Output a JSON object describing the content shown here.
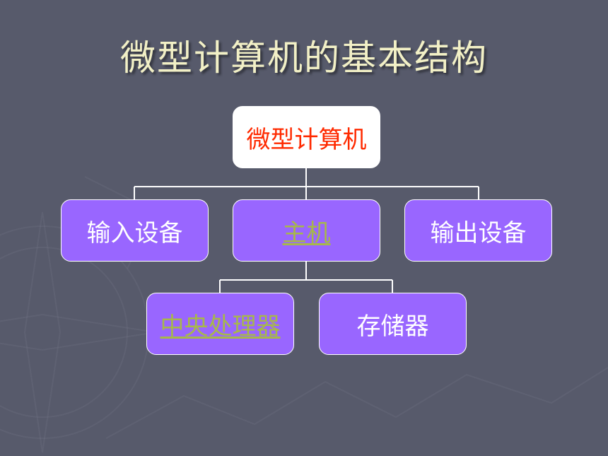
{
  "slide": {
    "title": "微型计算机的基本结构"
  },
  "diagram": {
    "root": {
      "label": "微型计算机"
    },
    "level1": [
      {
        "label": "输入设备",
        "link": false
      },
      {
        "label": "主机",
        "link": true
      },
      {
        "label": "输出设备",
        "link": false
      }
    ],
    "level2": [
      {
        "label": "中央处理器",
        "link": true
      },
      {
        "label": "存储器",
        "link": false
      }
    ]
  },
  "colors": {
    "background": "#575a6b",
    "title": "#f2f0c6",
    "root_fill": "#ffffff",
    "root_text": "#ff2a00",
    "node_fill": "#9966ff",
    "node_text": "#ffffff",
    "hyperlink": "#a7b84a",
    "connector": "#ffffff"
  }
}
